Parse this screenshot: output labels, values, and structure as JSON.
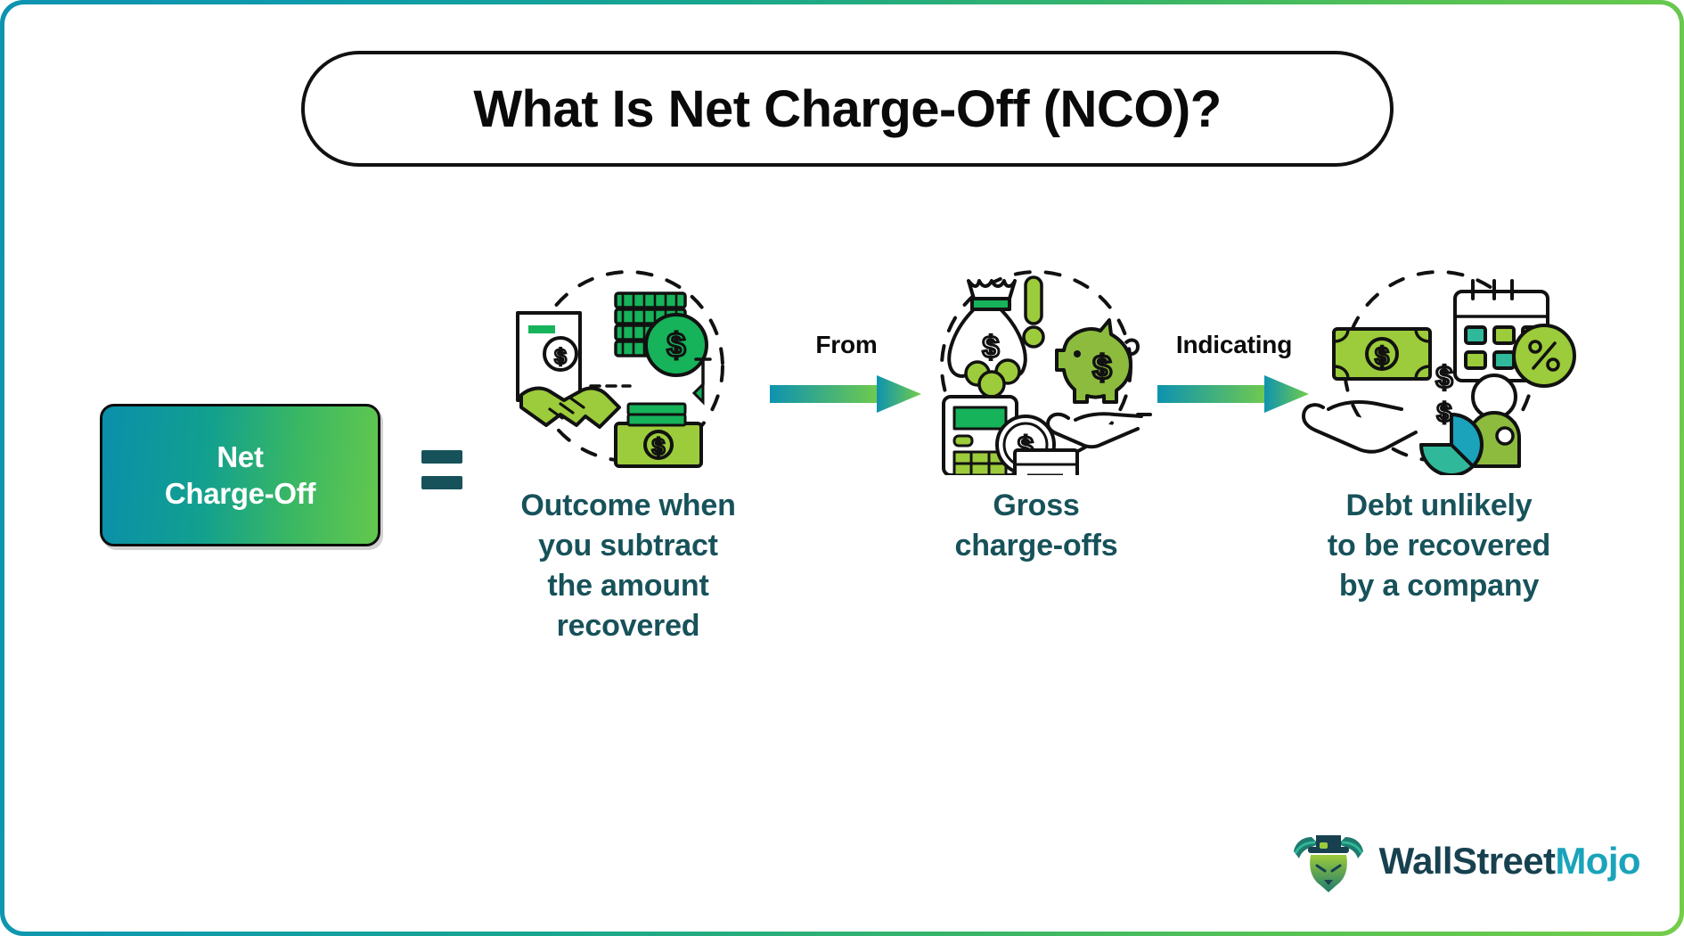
{
  "page": {
    "title": "What Is Net Charge-Off (NCO)?",
    "border_gradient_start": "#0e93b0",
    "border_gradient_end": "#74cd49",
    "background": "#ffffff"
  },
  "formula": {
    "term_card": {
      "line1": "Net",
      "line2": "Charge-Off",
      "gradient_start": "#0a8fab",
      "gradient_end": "#63c84e",
      "text_color": "#ffffff"
    },
    "operator": "=",
    "operator_color": "#17525a",
    "caption_color": "#17525a"
  },
  "columns": [
    {
      "id": "outcome",
      "icon_name": "handshake-money-icon",
      "caption_lines": [
        "Outcome when",
        "you subtract",
        "the amount",
        "recovered"
      ]
    },
    {
      "id": "gross-charge-offs",
      "icon_name": "money-bag-piggy-bank-icon",
      "caption_lines": [
        "Gross",
        "charge-offs"
      ]
    },
    {
      "id": "unrecoverable-debt",
      "icon_name": "hand-cash-calendar-icon",
      "caption_lines": [
        "Debt unlikely",
        "to be recovered",
        "by a company"
      ]
    }
  ],
  "arrows": [
    {
      "id": "from",
      "label": "From",
      "gradient_start": "#0e93b0",
      "gradient_end": "#74cd49"
    },
    {
      "id": "indicating",
      "label": "Indicating",
      "gradient_start": "#0e93b0",
      "gradient_end": "#74cd49"
    }
  ],
  "logo": {
    "icon_name": "bull-mascot-logo-icon",
    "text_part_1": "WallStreet",
    "text_part_2": "Mojo",
    "color_1": "#17414f",
    "color_2": "#1aa3bb"
  }
}
